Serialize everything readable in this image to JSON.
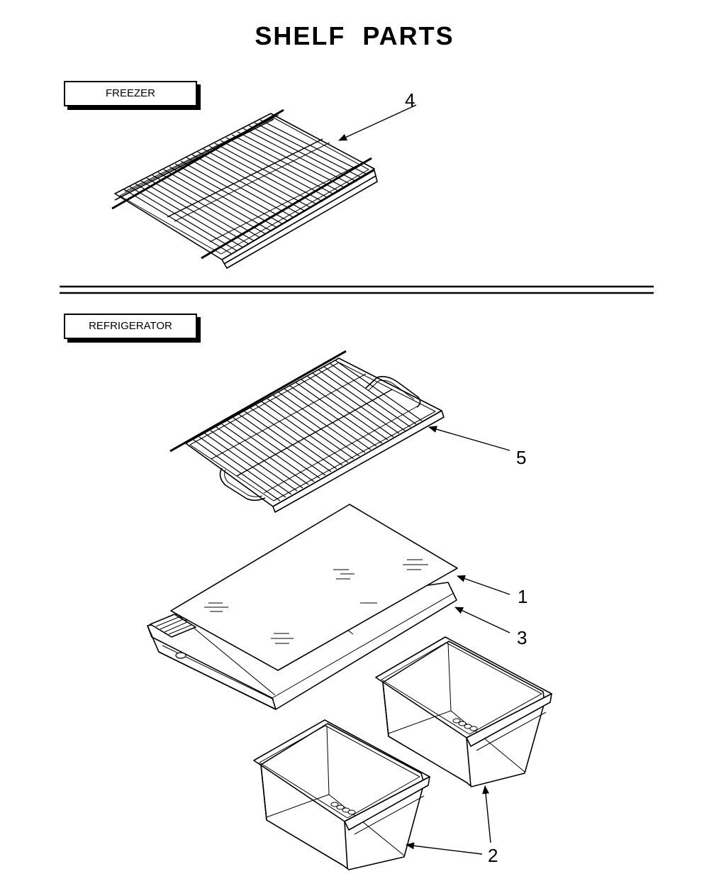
{
  "title": "SHELF PARTS",
  "sections": {
    "freezer": {
      "label": "FREEZER"
    },
    "refrigerator": {
      "label": "REFRIGERATOR"
    }
  },
  "callouts": {
    "c4": "4",
    "c5": "5",
    "c1": "1",
    "c3": "3",
    "c2": "2"
  }
}
